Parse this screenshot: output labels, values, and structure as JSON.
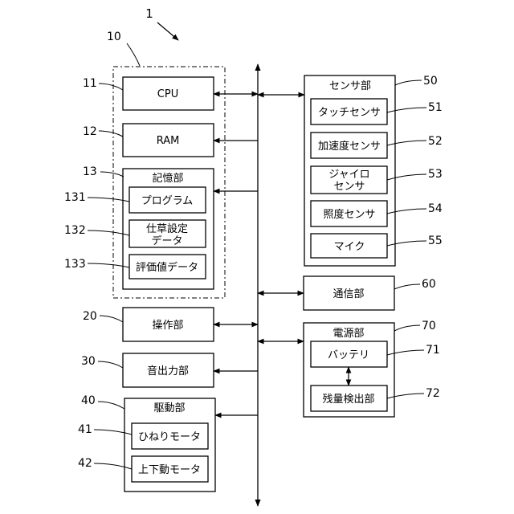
{
  "figure_ref": "1",
  "control_unit": {
    "ref": "10",
    "cpu": {
      "ref": "11",
      "label": "CPU"
    },
    "ram": {
      "ref": "12",
      "label": "RAM"
    },
    "storage": {
      "ref": "13",
      "label": "記憶部",
      "items": [
        {
          "ref": "131",
          "label": "プログラム"
        },
        {
          "ref": "132",
          "line1": "仕草設定",
          "line2": "データ"
        },
        {
          "ref": "133",
          "label": "評価値データ"
        }
      ]
    }
  },
  "operation": {
    "ref": "20",
    "label": "操作部"
  },
  "audio_output": {
    "ref": "30",
    "label": "音出力部"
  },
  "drive": {
    "ref": "40",
    "label": "駆動部",
    "items": [
      {
        "ref": "41",
        "label": "ひねりモータ"
      },
      {
        "ref": "42",
        "label": "上下動モータ"
      }
    ]
  },
  "sensors": {
    "ref": "50",
    "label": "センサ部",
    "items": [
      {
        "ref": "51",
        "label": "タッチセンサ"
      },
      {
        "ref": "52",
        "label": "加速度センサ"
      },
      {
        "ref": "53",
        "line1": "ジャイロ",
        "line2": "センサ"
      },
      {
        "ref": "54",
        "label": "照度センサ"
      },
      {
        "ref": "55",
        "label": "マイク"
      }
    ]
  },
  "communication": {
    "ref": "60",
    "label": "通信部"
  },
  "power": {
    "ref": "70",
    "label": "電源部",
    "items": [
      {
        "ref": "71",
        "label": "バッテリ"
      },
      {
        "ref": "72",
        "label": "残量検出部"
      }
    ]
  }
}
